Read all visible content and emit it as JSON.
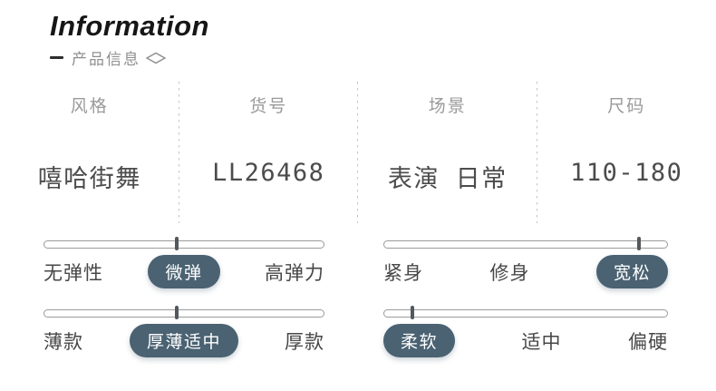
{
  "header": {
    "title": "Information",
    "section_label": "产品信息"
  },
  "info_table": {
    "columns": [
      {
        "label": "风格",
        "value": "嘻哈街舞"
      },
      {
        "label": "货号",
        "value": "LL26468"
      },
      {
        "label": "场景",
        "value": "表演 日常"
      },
      {
        "label": "尺码",
        "value": "110-180"
      }
    ]
  },
  "sliders": [
    {
      "options": [
        "无弹性",
        "微弹",
        "高弹力"
      ],
      "selected": "微弹",
      "selected_index": 1,
      "marker_percent": 47.5
    },
    {
      "options": [
        "紧身",
        "修身",
        "宽松"
      ],
      "selected": "宽松",
      "selected_index": 2,
      "marker_percent": 90
    },
    {
      "options": [
        "薄款",
        "厚薄适中",
        "厚款"
      ],
      "selected": "厚薄适中",
      "selected_index": 1,
      "marker_percent": 47.5
    },
    {
      "options": [
        "柔软",
        "适中",
        "偏硬"
      ],
      "selected": "柔软",
      "selected_index": 0,
      "marker_percent": 10
    }
  ],
  "colors": {
    "pill_background": "#4a6272",
    "pill_text": "#ffffff",
    "value_text": "#4c4c4c",
    "column_label_text": "#9a9a9a",
    "option_text": "#474747",
    "track_border": "#9b9b9b",
    "divider": "#c4c4c4"
  }
}
